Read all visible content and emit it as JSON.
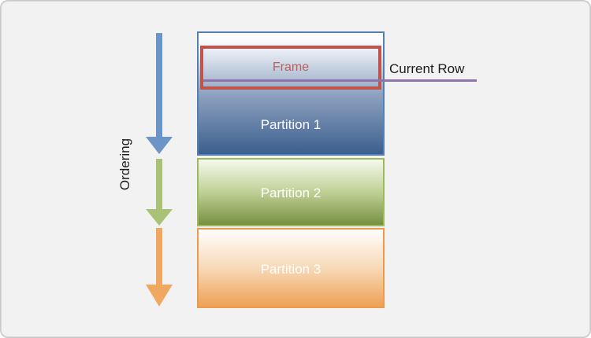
{
  "diagram": {
    "ordering_label": "Ordering",
    "current_row_label": "Current Row",
    "frame_label": "Frame",
    "partitions": [
      {
        "label": "Partition 1"
      },
      {
        "label": "Partition 2"
      },
      {
        "label": "Partition 3"
      }
    ]
  },
  "colors": {
    "canvas-bg": "#f2f2f2",
    "accent-blue": "#5580b3",
    "accent-red": "#c0544d",
    "accent-green": "#9dba5e",
    "accent-purple": "#8e74a8",
    "accent-orange": "#ec9b4e",
    "arrow-blue": "#6b94c7",
    "arrow-green": "#a9c278",
    "arrow-orange": "#f0a860"
  }
}
